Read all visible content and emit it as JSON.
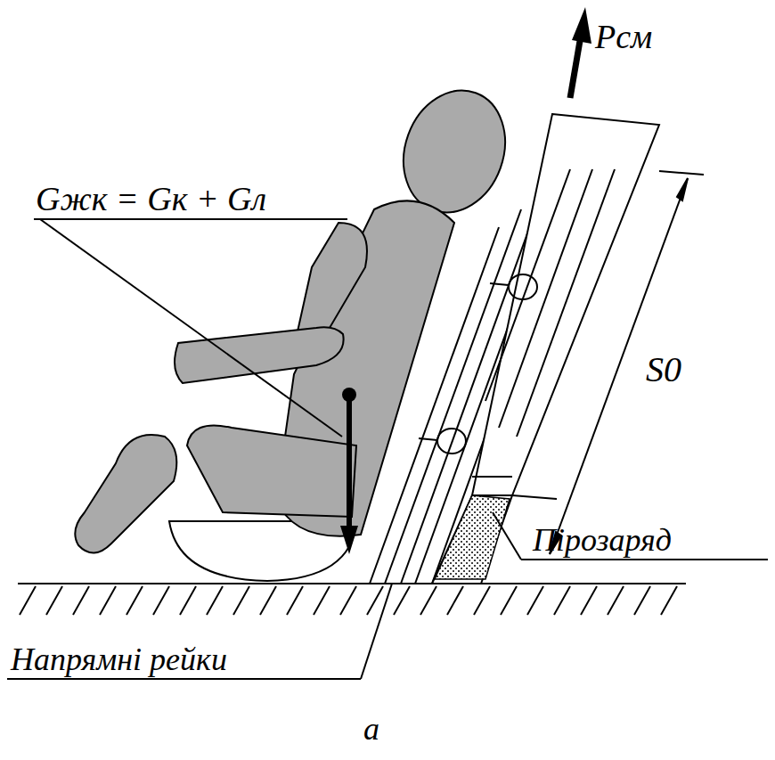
{
  "diagram": {
    "caption": "а",
    "labels": [
      "Gжк = Gк + Gл",
      "Pсм",
      "S0",
      "Пірозаряд",
      "Напрямні рейки"
    ]
  }
}
